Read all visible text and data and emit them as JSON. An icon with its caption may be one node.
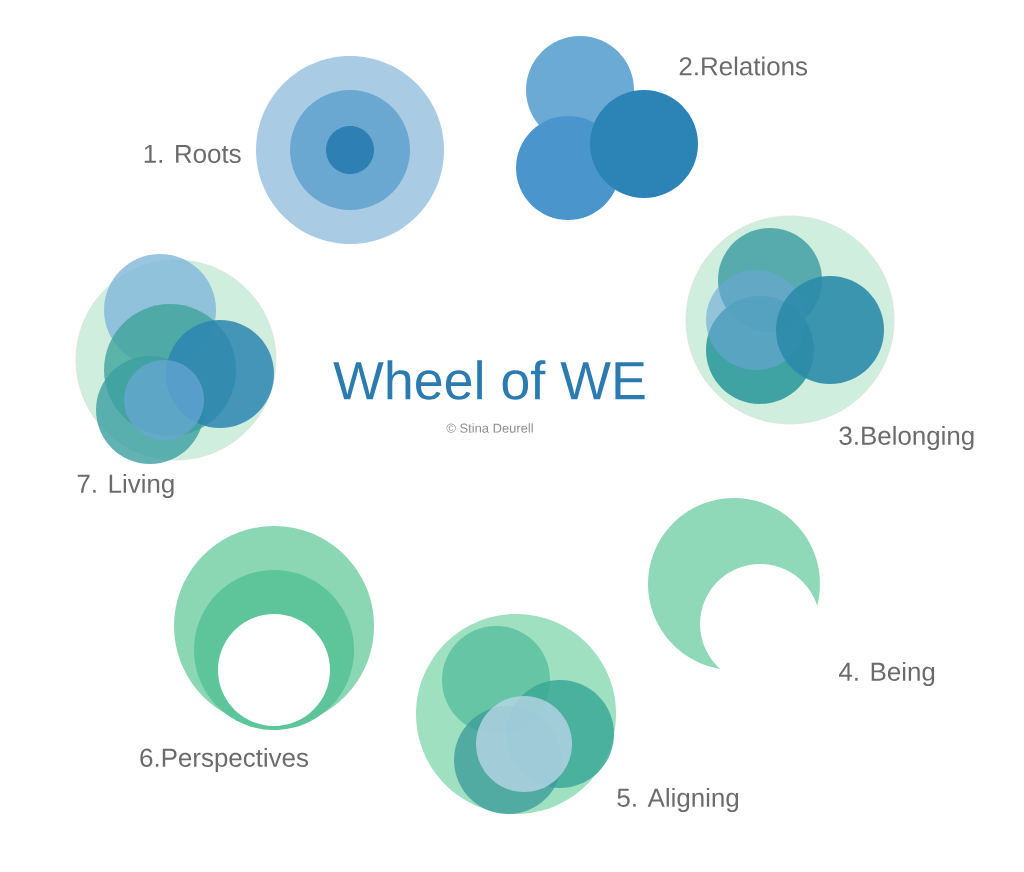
{
  "diagram": {
    "title": "Wheel of WE",
    "nodes": [
      {
        "text": [
          "1. Roots"
        ]
      },
      {
        "text": [
          "2.Relations"
        ]
      },
      {
        "text": [
          "3.Belonging"
        ]
      },
      {
        "text": [
          "4. Being"
        ]
      },
      {
        "text": [
          "5. Aligning"
        ]
      },
      {
        "text": [
          "6.Perspectives"
        ]
      },
      {
        "text": [
          "7. Living"
        ]
      }
    ],
    "labels": [
      "© Stina Deurell"
    ]
  }
}
